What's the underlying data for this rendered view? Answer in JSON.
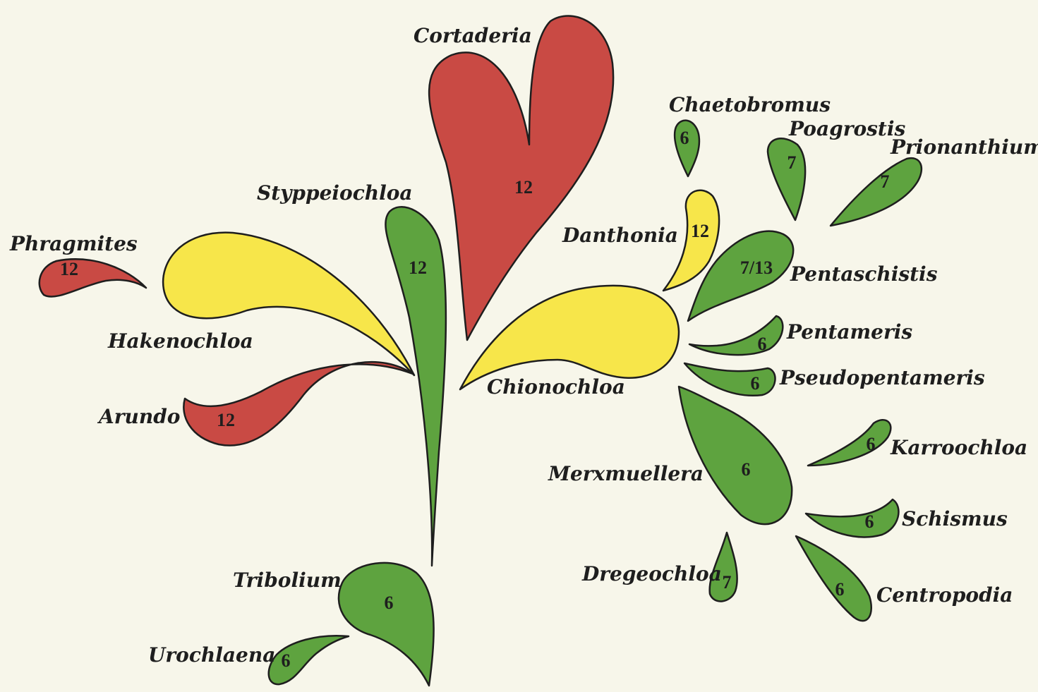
{
  "colors": {
    "background": "#f7f6ea",
    "red": "#c94a44",
    "yellow": "#f7e64a",
    "green": "#5ea33f",
    "outline": "#1e1e1e"
  },
  "taxa": [
    {
      "key": "cortaderia",
      "name": "Cortaderia",
      "number": "12",
      "color": "red"
    },
    {
      "key": "styppeiochloa",
      "name": "Styppeiochloa",
      "number": "12",
      "color": "green"
    },
    {
      "key": "phragmites",
      "name": "Phragmites",
      "number": "12",
      "color": "red"
    },
    {
      "key": "hakenochloa",
      "name": "Hakenochloa",
      "number": "",
      "color": "yellow"
    },
    {
      "key": "arundo",
      "name": "Arundo",
      "number": "12",
      "color": "red"
    },
    {
      "key": "chionochloa",
      "name": "Chionochloa",
      "number": "",
      "color": "yellow"
    },
    {
      "key": "tribolium",
      "name": "Tribolium",
      "number": "6",
      "color": "green"
    },
    {
      "key": "urochlaena",
      "name": "Urochlaena",
      "number": "6",
      "color": "green"
    },
    {
      "key": "chaetobromus",
      "name": "Chaetobromus",
      "number": "6",
      "color": "green"
    },
    {
      "key": "poagrostis",
      "name": "Poagrostis",
      "number": "7",
      "color": "green"
    },
    {
      "key": "prionanthium",
      "name": "Prionanthium",
      "number": "7",
      "color": "green"
    },
    {
      "key": "danthonia",
      "name": "Danthonia",
      "number": "12",
      "color": "yellow"
    },
    {
      "key": "pentaschistis",
      "name": "Pentaschistis",
      "number": "7/13",
      "color": "green"
    },
    {
      "key": "pentameris",
      "name": "Pentameris",
      "number": "6",
      "color": "green"
    },
    {
      "key": "pseudopentameris",
      "name": "Pseudopentameris",
      "number": "6",
      "color": "green"
    },
    {
      "key": "merxmuellera",
      "name": "Merxmuellera",
      "number": "6",
      "color": "green"
    },
    {
      "key": "karroochloa",
      "name": "Karroochloa",
      "number": "6",
      "color": "green"
    },
    {
      "key": "schismus",
      "name": "Schismus",
      "number": "6",
      "color": "green"
    },
    {
      "key": "dregeochloa",
      "name": "Dregeochloa",
      "number": "7",
      "color": "green"
    },
    {
      "key": "centropodia",
      "name": "Centropodia",
      "number": "6",
      "color": "green"
    }
  ]
}
